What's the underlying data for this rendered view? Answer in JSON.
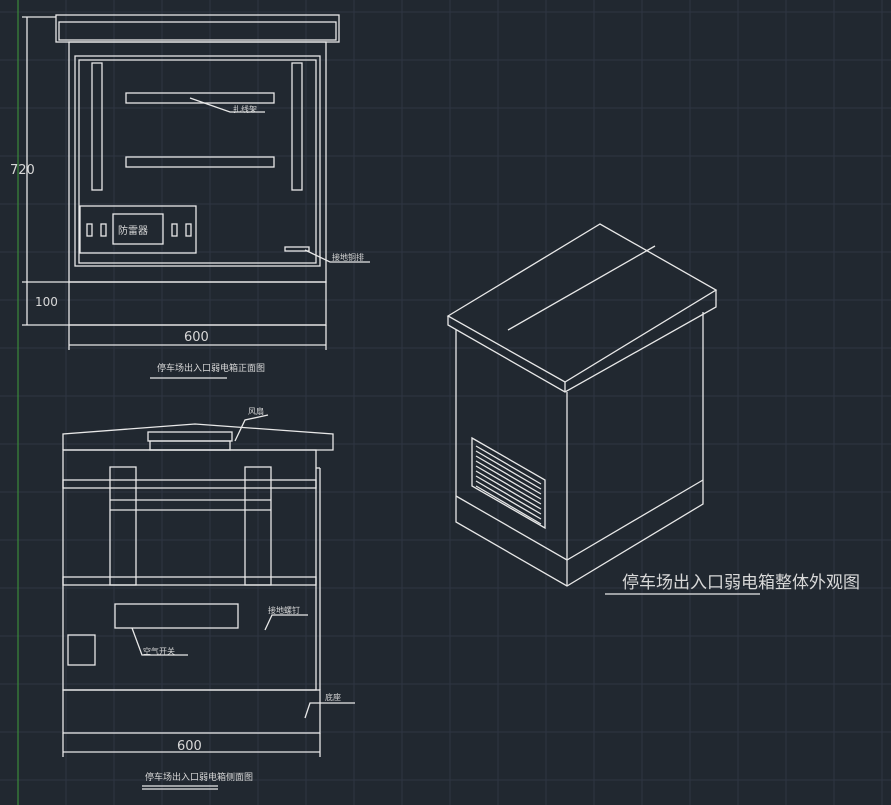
{
  "front_view": {
    "dim_height": "720",
    "dim_base": "100",
    "dim_width": "600",
    "label_cable_rack": "扎线架",
    "label_surge": "防雷器",
    "label_ground_bar": "接地铜排",
    "title": "停车场出入口弱电箱正面图"
  },
  "side_view": {
    "label_fan": "风扇",
    "label_ground_screw": "接地螺钉",
    "label_air_switch": "空气开关",
    "label_base": "底座",
    "dim_width": "600",
    "title": "停车场出入口弱电箱侧面图"
  },
  "iso_view": {
    "title": "停车场出入口弱电箱整体外观图"
  },
  "colors": {
    "background": "#212830",
    "line": "#e8e8e8",
    "grid": "#2e3642",
    "axis": "#3a8a3a"
  }
}
